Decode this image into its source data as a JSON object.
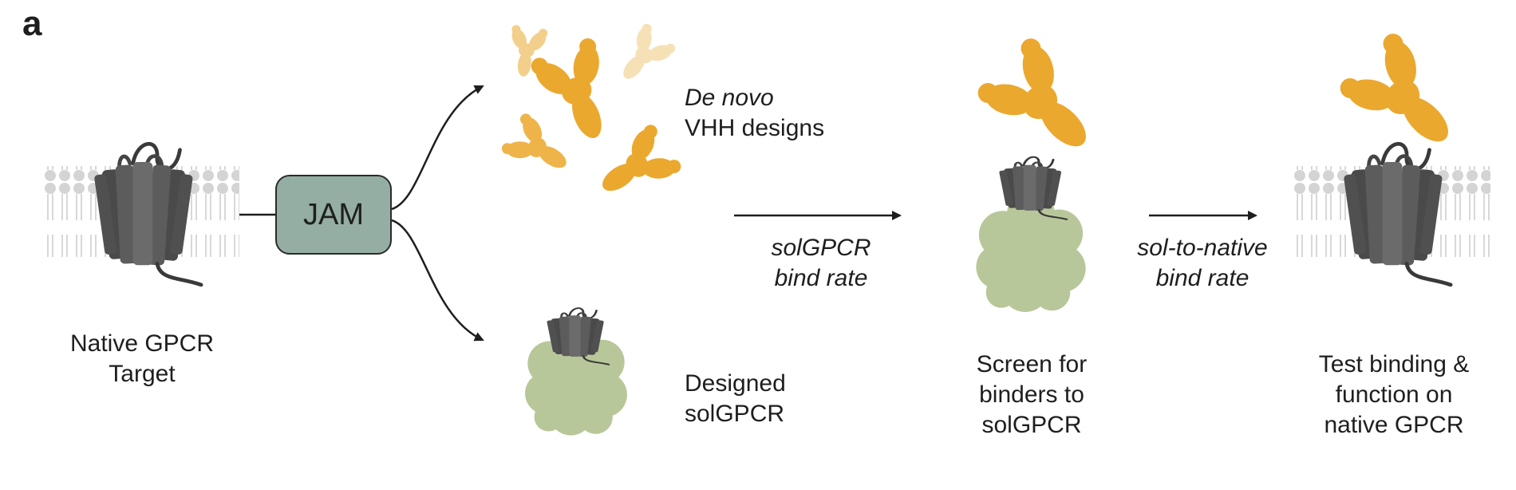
{
  "panel_label": "a",
  "method_box": {
    "label": "JAM",
    "fill_color": "#95aea3"
  },
  "nodes": {
    "native_target": {
      "line1": "Native GPCR",
      "line2": "Target"
    },
    "vhh_designs": {
      "line1": "De novo",
      "line2": "VHH designs"
    },
    "designed_solgpcr": {
      "line1": "Designed",
      "line2": "solGPCR"
    },
    "screen": {
      "line1": "Screen for",
      "line2": "binders to",
      "line3": "solGPCR"
    },
    "test": {
      "line1": "Test binding &",
      "line2": "function on",
      "line3": "native GPCR"
    }
  },
  "edges": {
    "solgpcr_bind_rate": {
      "line1": "solGPCR",
      "line2": "bind rate"
    },
    "sol_to_native_bind_rate": {
      "line1": "sol-to-native",
      "line2": "bind rate"
    }
  },
  "colors": {
    "gpcr": "#555555",
    "membrane": "#d6d6d6",
    "vhh": "#eba82e",
    "soluble_domain": "#b8c79a"
  },
  "icons": [
    "gpcr-icon",
    "membrane-icon",
    "vhh-antibody-icon",
    "solgpcr-icon",
    "arrow-icon"
  ]
}
